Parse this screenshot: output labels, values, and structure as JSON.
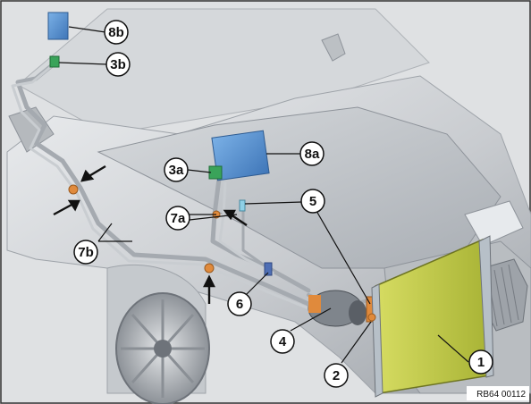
{
  "callouts": {
    "c8b": "8b",
    "c3b": "3b",
    "c8a": "8a",
    "c3a": "3a",
    "c7a": "7a",
    "c5": "5",
    "c7b": "7b",
    "c6": "6",
    "c4": "4",
    "c2": "2",
    "c1": "1"
  },
  "figure_ref": "RB64 00112",
  "colors": {
    "background": "#dfe1e3",
    "car_body": "#c3c6c9",
    "line": "#8e939a",
    "evaporator": "#4f86c6",
    "condenser": "#c8d34a",
    "valve": "#3aa35a",
    "connector": "#e08a3c",
    "arrow": "#111111"
  },
  "icons": [
    "arrow-pointer-icon"
  ]
}
